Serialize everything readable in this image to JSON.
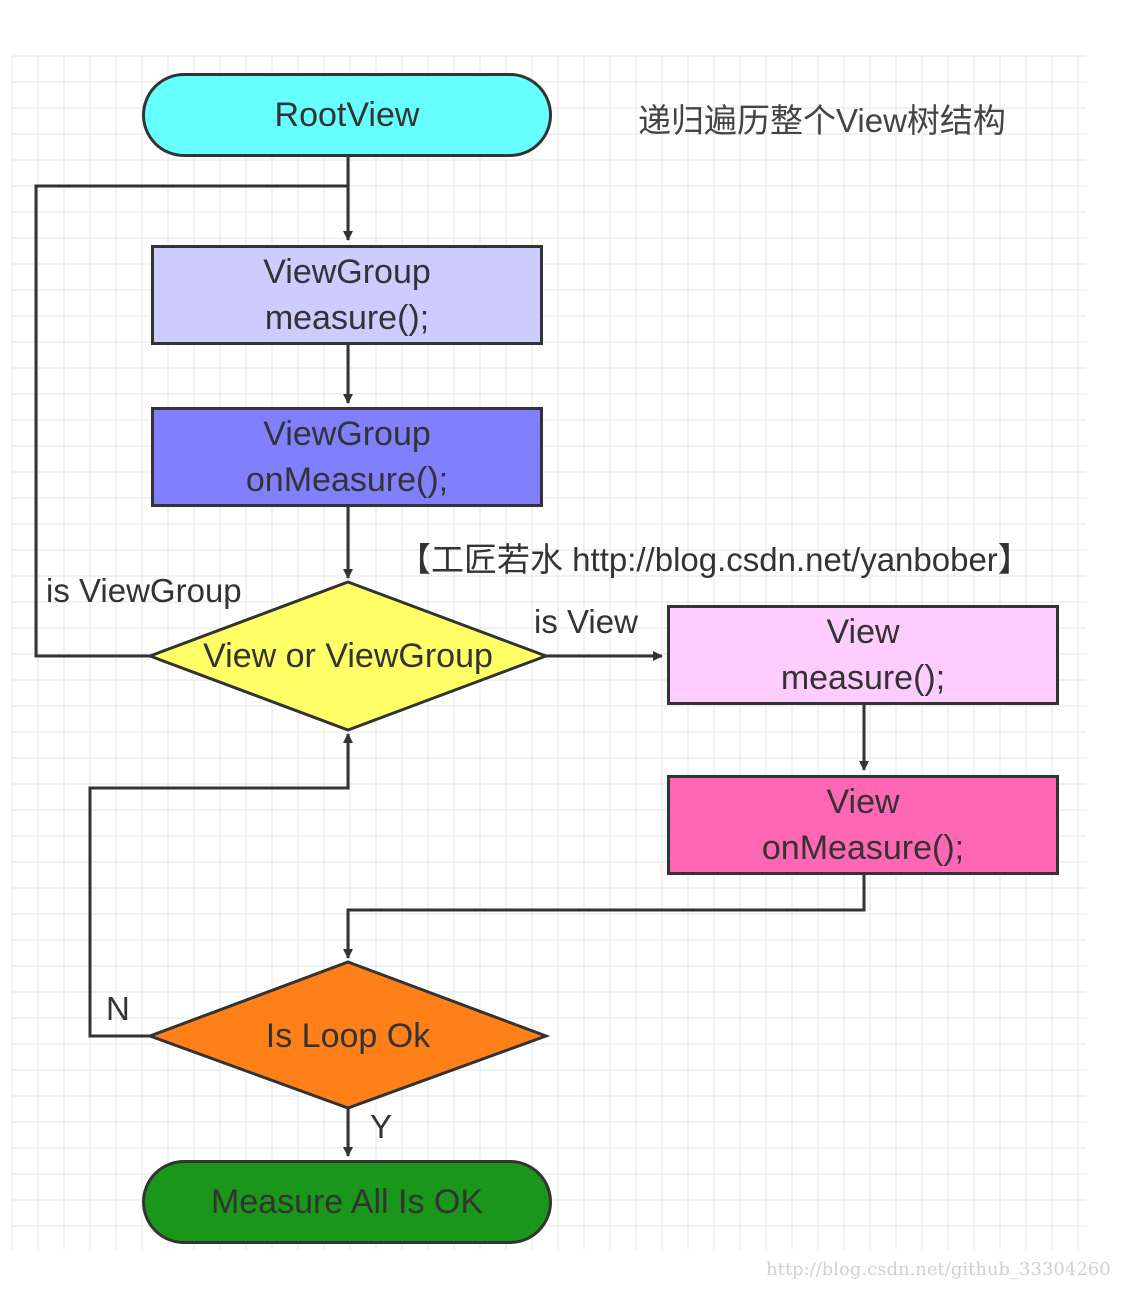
{
  "title": "递归遍历整个View树结构",
  "source_note": "【工匠若水 http://blog.csdn.net/yanbober】",
  "watermark": "http://blog.csdn.net/github_33304260",
  "nodes": {
    "root": {
      "text": "RootView",
      "color": "#66ffff"
    },
    "vg_measure": {
      "line1": "ViewGroup",
      "line2": "measure();",
      "color": "#ccccff"
    },
    "vg_onmeasure": {
      "line1": "ViewGroup",
      "line2": "onMeasure();",
      "color": "#8080ff"
    },
    "decision_type": {
      "text": "View or ViewGroup",
      "color": "#ffff66"
    },
    "view_measure": {
      "line1": "View",
      "line2": "measure();",
      "color": "#ffccff"
    },
    "view_onmeasure": {
      "line1": "View",
      "line2": "onMeasure();",
      "color": "#ff66b3"
    },
    "decision_loop": {
      "text": "Is Loop Ok",
      "color": "#ff8019"
    },
    "end": {
      "text": "Measure All Is OK",
      "color": "#1a961a"
    }
  },
  "edge_labels": {
    "is_viewgroup": "is ViewGroup",
    "is_view": "is View",
    "no": "N",
    "yes": "Y"
  },
  "colors": {
    "grid": "#e6e6e6",
    "line": "#333333"
  }
}
